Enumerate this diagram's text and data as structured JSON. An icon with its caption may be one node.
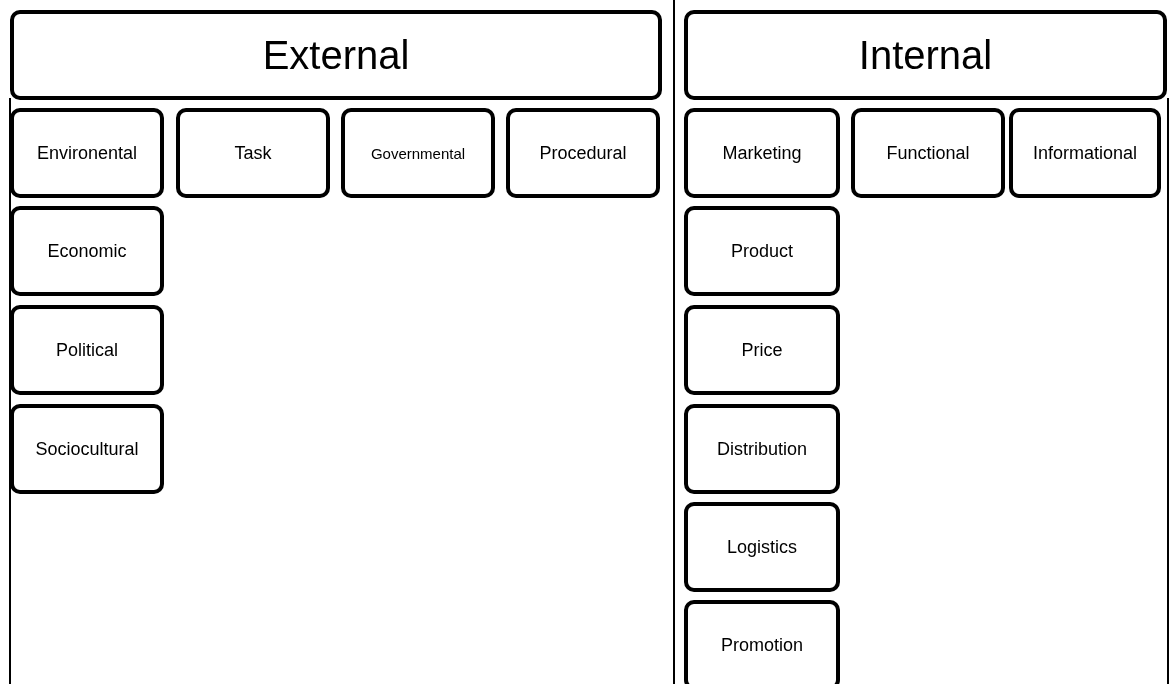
{
  "diagram": {
    "nodes": [
      {
        "text": [
          "External"
        ]
      },
      {
        "text": [
          "Internal"
        ]
      },
      {
        "text": [
          "Environental"
        ]
      },
      {
        "text": [
          "Task"
        ]
      },
      {
        "text": [
          "Governmental"
        ]
      },
      {
        "text": [
          "Procedural"
        ]
      },
      {
        "text": [
          "Marketing"
        ]
      },
      {
        "text": [
          "Functional"
        ]
      },
      {
        "text": [
          "Informational"
        ]
      },
      {
        "text": [
          "Economic"
        ]
      },
      {
        "text": [
          "Product"
        ]
      },
      {
        "text": [
          "Political"
        ]
      },
      {
        "text": [
          "Price"
        ]
      },
      {
        "text": [
          "Sociocultural"
        ]
      },
      {
        "text": [
          "Distribution"
        ]
      },
      {
        "text": [
          "Logistics"
        ]
      },
      {
        "text": [
          "Promotion"
        ]
      }
    ],
    "edges": []
  }
}
